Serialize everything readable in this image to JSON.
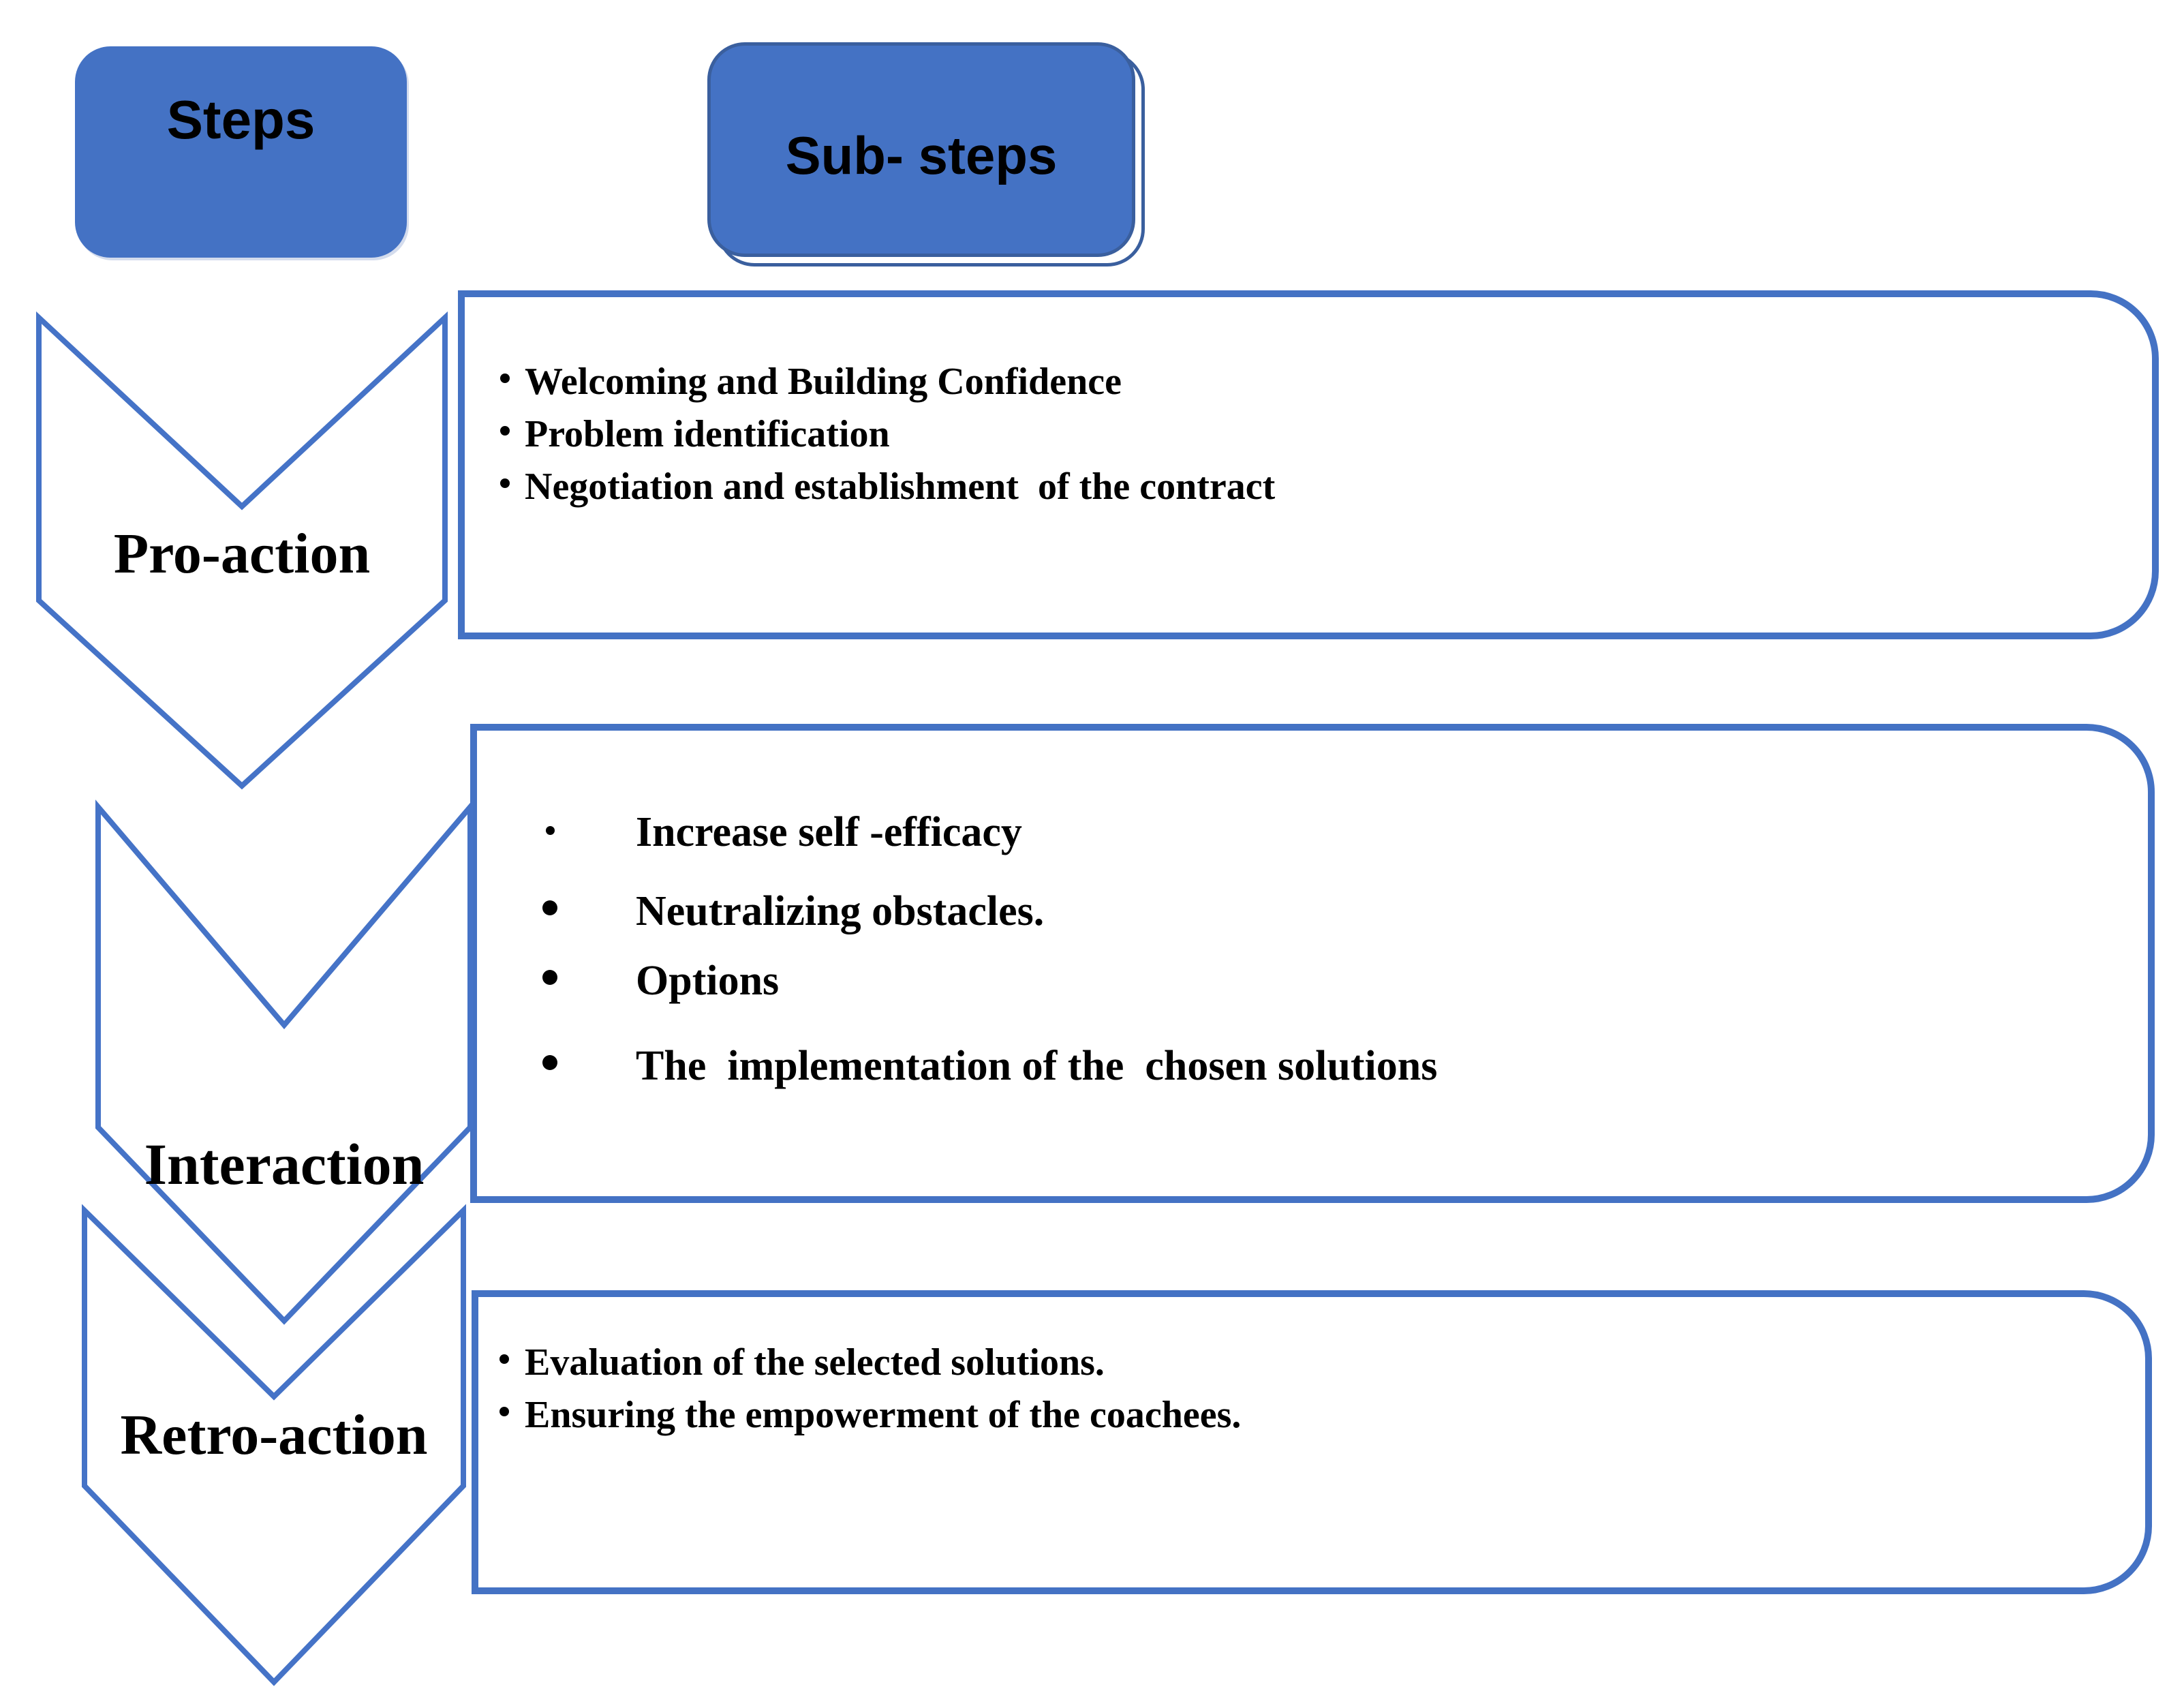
{
  "diagram_title": "Coaching process steps diagram",
  "colors": {
    "fill_blue": "#4472C4",
    "outline_blue": "#4573C7",
    "dark_outline": "#3A5F9E",
    "text": "#000000",
    "background": "#FFFFFF"
  },
  "headers": {
    "steps": "Steps",
    "sub_steps": "Sub- steps"
  },
  "steps": [
    {
      "label": "Pro-action",
      "bullets": [
        "Welcoming and Building Confidence",
        "Problem identification",
        "Negotiation and establishment  of the contract"
      ]
    },
    {
      "label": "Interaction",
      "bullets": [
        "Increase self -efficacy",
        "Neutralizing obstacles.",
        "Options",
        "The  implementation of the  chosen solutions"
      ]
    },
    {
      "label": "Retro-action",
      "bullets": [
        "Evaluation of the selected solutions.",
        "Ensuring the empowerment of the coachees."
      ]
    }
  ]
}
